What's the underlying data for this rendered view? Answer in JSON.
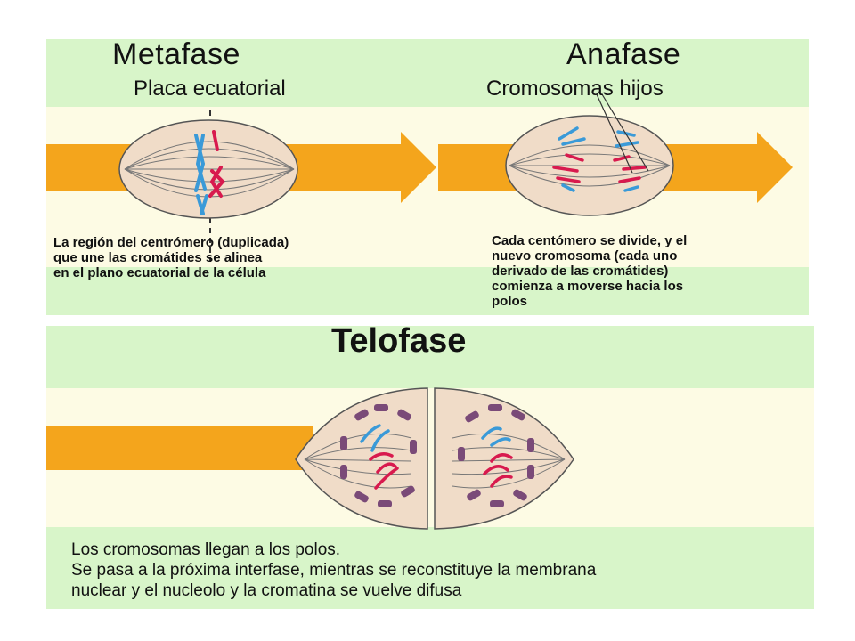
{
  "top": {
    "metafase": {
      "title": "Metafase",
      "subtitle": "Placa ecuatorial",
      "description": [
        "La región del centrómero (duplicada)",
        "que une  las cromátides se alinea",
        "en el plano ecuatorial de la célula"
      ]
    },
    "anafase": {
      "title": "Anafase",
      "subtitle": "Cromosomas hijos",
      "description": [
        "Cada centómero se divide, y el",
        "nuevo cromosoma (cada uno",
        "derivado de las cromátides)",
        "comienza a moverse hacia los",
        "polos"
      ]
    }
  },
  "bottom": {
    "telofase": {
      "title": "Telofase",
      "description": [
        "Los cromosomas llegan a los polos.",
        "Se pasa a la próxima interfase, mientras se reconstituye la membrana",
        "nuclear y el nucleolo y la cromatina se vuelve difusa"
      ]
    }
  },
  "colors": {
    "panel_green": "#d8f5c9",
    "band_cream": "#fdfbe4",
    "arrow_orange": "#f4a51c",
    "cell_fill": "#f0dcc8",
    "chromosome_blue": "#3a9ad8",
    "chromosome_red": "#d81a4e",
    "membrane_purple": "#7a4a78"
  }
}
